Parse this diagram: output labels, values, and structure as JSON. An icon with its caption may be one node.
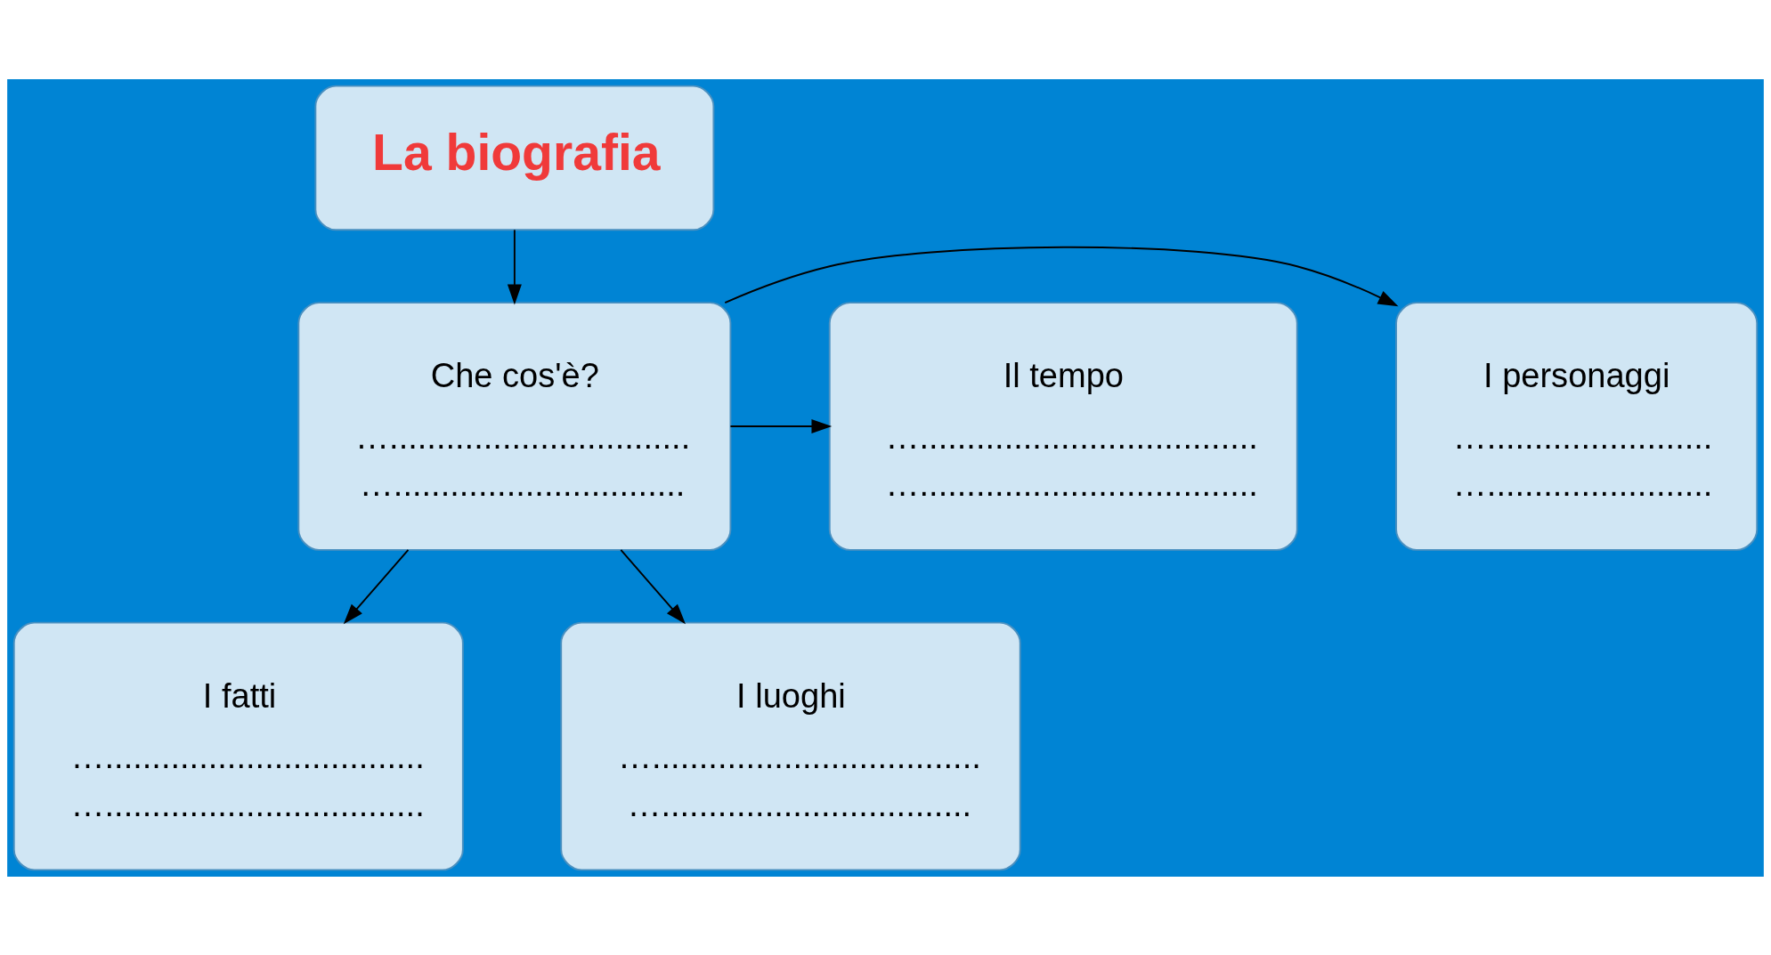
{
  "diagram": {
    "nodes": [
      {
        "text": [
          "La biografia"
        ]
      },
      {
        "text": [
          "Che cos'è?",
          "…................................",
          "…..............................."
        ]
      },
      {
        "text": [
          "I personaggi",
          "…........................",
          "…........................"
        ]
      },
      {
        "text": [
          "Il tempo",
          "…....................................",
          "…...................................."
        ]
      },
      {
        "text": [
          "I fatti",
          "…..................................",
          "….................................."
        ]
      },
      {
        "text": [
          "I luoghi",
          "…...................................",
          "…................................."
        ]
      }
    ],
    "edges": [
      {
        "from": 0,
        "to": 1,
        "arrow": "to"
      },
      {
        "from": 1,
        "to": 2,
        "arrow": "to"
      },
      {
        "from": 1,
        "to": 3,
        "arrow": "to"
      },
      {
        "from": 1,
        "to": 4,
        "arrow": "to"
      },
      {
        "from": 1,
        "to": 5,
        "arrow": "to"
      }
    ]
  }
}
